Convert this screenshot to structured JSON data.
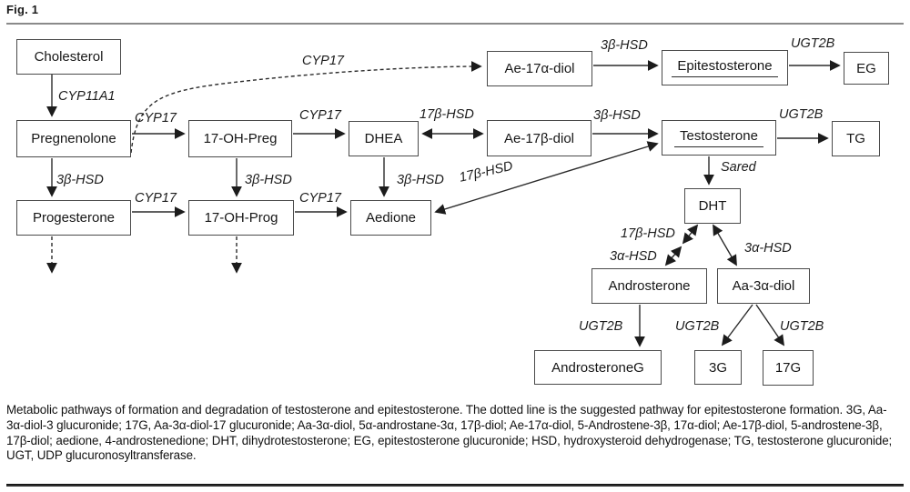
{
  "figure_label": "Fig. 1",
  "nodes": {
    "cholesterol": "Cholesterol",
    "pregnenolone": "Pregnenolone",
    "progesterone": "Progesterone",
    "oh_preg": "17-OH-Preg",
    "oh_prog": "17-OH-Prog",
    "dhea": "DHEA",
    "aedione": "Aedione",
    "ae17a_diol": "Ae-17α-diol",
    "ae17b_diol": "Ae-17β-diol",
    "epitestosterone": "Epitestosterone",
    "testosterone": "Testosterone",
    "eg": "EG",
    "tg": "TG",
    "dht": "DHT",
    "androsterone": "Androsterone",
    "aa3a_diol": "Aa-3α-diol",
    "androsterone_g": "AndrosteroneG",
    "g3": "3G",
    "g17": "17G"
  },
  "enzymes": {
    "cyp11a1": "CYP11A1",
    "cyp17": "CYP17",
    "hsd_3b": "3β-HSD",
    "hsd_17b": "17β-HSD",
    "hsd_3a": "3α-HSD",
    "ugt2b": "UGT2B",
    "sared": "Sared"
  },
  "caption": "Metabolic pathways of formation and degradation of testosterone and epitestosterone. The dotted line is the suggested pathway for epitestosterone formation. 3G, Aa-3α-diol-3 glucuronide; 17G, Aa-3α-diol-17 glucuronide; Aa-3α-diol, 5α-androstane-3α, 17β-diol; Ae-17α-diol, 5-Androstene-3β, 17α-diol; Ae-17β-diol, 5-androstene-3β, 17β-diol; aedione, 4-androstenedione; DHT, dihydrotestosterone; EG, epitestosterone glucuronide; HSD, hydroxysteroid dehydrogenase; TG, testosterone glucuronide; UGT, UDP glucuronosyltransferase.",
  "colors": {
    "ink": "#1a1a1a",
    "box_border": "#4a4a4a"
  }
}
